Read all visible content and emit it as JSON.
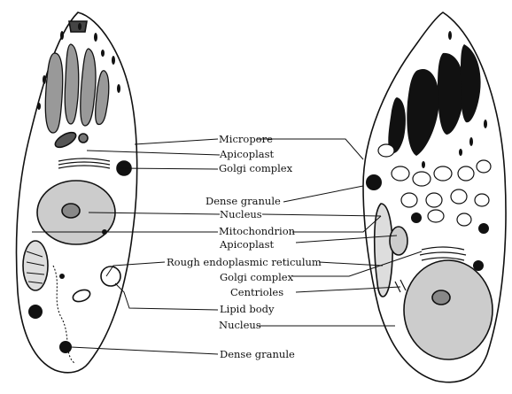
{
  "labels": {
    "micropore": "Micropore",
    "apicoplast_1": "Apicoplast",
    "golgi_1": "Golgi complex",
    "dense_granule_1": "Dense granule",
    "nucleus_1": "Nucleus",
    "mitochondrion": "Mitochondrion",
    "apicoplast_2": "Apicoplast",
    "rough_er": "Rough endoplasmic reticulum",
    "golgi_2": "Golgi complex",
    "centrioles": "Centrioles",
    "lipid_body": "Lipid body",
    "nucleus_2": "Nucleus",
    "dense_granule_2": "Dense granule"
  },
  "colors": {
    "ink": "#111111",
    "paper": "#ffffff"
  }
}
